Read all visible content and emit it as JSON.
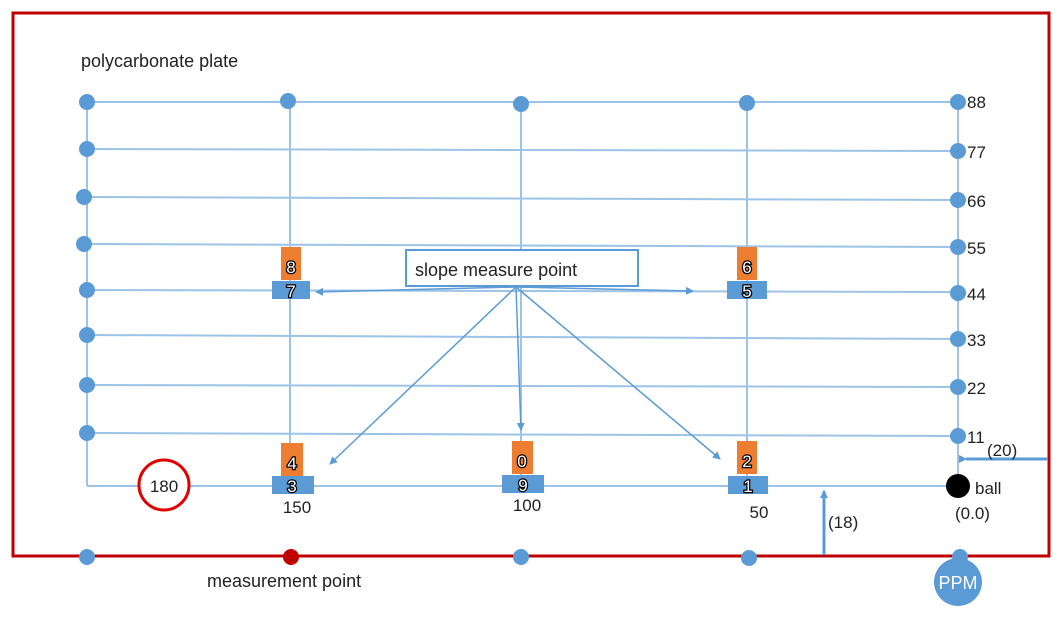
{
  "diagram": {
    "plate_label": "polycarbonate plate",
    "grid_right_labels": [
      "88",
      "77",
      "66",
      "55",
      "44",
      "33",
      "22",
      "11"
    ],
    "callout_label": "slope measure point",
    "sensor_pairs": [
      {
        "orange": "8",
        "blue": "7"
      },
      {
        "orange": "6",
        "blue": "5"
      },
      {
        "orange": "4",
        "blue": "3"
      },
      {
        "orange": "0",
        "blue": "9"
      },
      {
        "orange": "2",
        "blue": "1"
      }
    ],
    "x_labels": [
      "150",
      "100",
      "50"
    ],
    "circled_label": "180",
    "origin_label": "(0.0)",
    "ball_label": "ball",
    "right_offset_label": "(20)",
    "bottom_offset_label": "(18)",
    "measurement_label": "measurement point",
    "ppm_label": "PPM",
    "colors": {
      "frame": "#c00000",
      "grid": "#9dc3e6",
      "node": "#5b9bd5",
      "orange": "#ed7d31",
      "blue_box": "#5b9bd5",
      "measurement_dot": "#c00000",
      "ball": "#000000",
      "circle_outline": "#e00000",
      "arrow": "#5b9bd5"
    }
  }
}
